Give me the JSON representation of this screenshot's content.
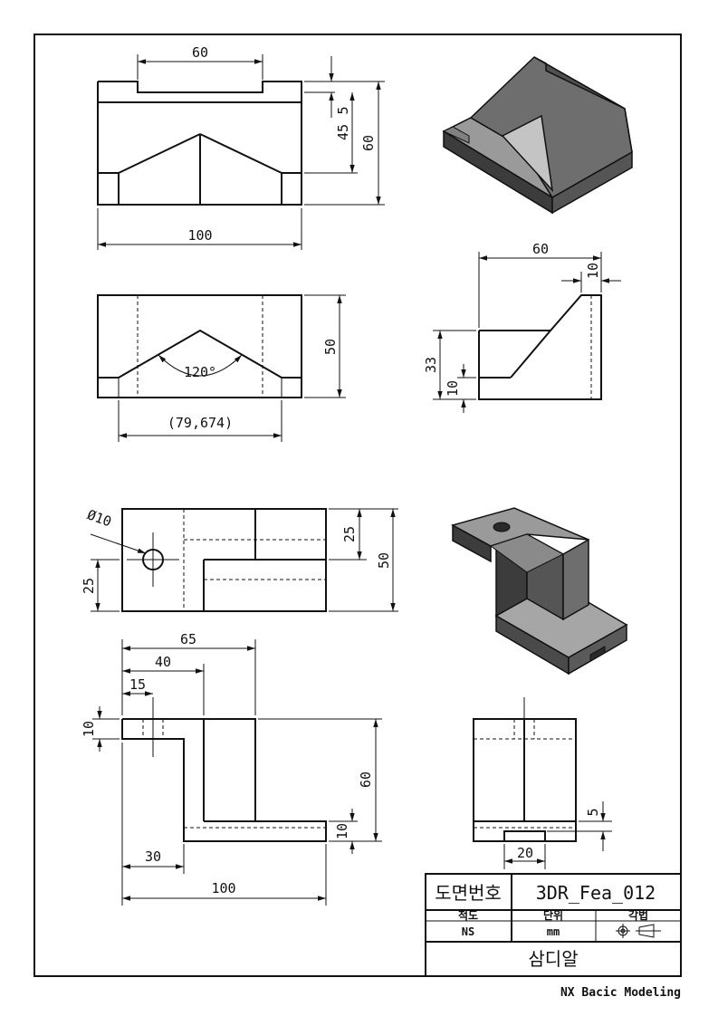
{
  "drawing_1": {
    "dims": {
      "top_width": "60",
      "groove_depth": "5",
      "height_45": "45",
      "height_60": "60",
      "total_width": "100",
      "depth_50": "50",
      "angle": "120°",
      "ref_width": "(79,674)",
      "side_60": "60",
      "side_10": "10",
      "side_33": "33",
      "side_10b": "10"
    }
  },
  "drawing_2": {
    "dims": {
      "hole": "Ø10",
      "left_25": "25",
      "right_25": "25",
      "right_50": "50",
      "w65": "65",
      "w40": "40",
      "w15": "15",
      "t10": "10",
      "h60": "60",
      "b10": "10",
      "w30": "30",
      "w100": "100",
      "s5": "5",
      "s20": "20"
    }
  },
  "title_block": {
    "drawing_no_label": "도면번호",
    "drawing_no": "3DR_Fea_012",
    "scale_label": "척도",
    "unit_label": "단위",
    "projection_label": "각법",
    "scale_value": "NS",
    "unit_value": "mm",
    "part_name": "삼디알"
  },
  "footer": "NX Bacic Modeling",
  "colors": {
    "line": "#111111",
    "shade_dark": "#3c3c3c",
    "shade_mid": "#6e6e6e",
    "shade_light": "#9a9a9a",
    "shade_face": "#b8b8b8"
  }
}
